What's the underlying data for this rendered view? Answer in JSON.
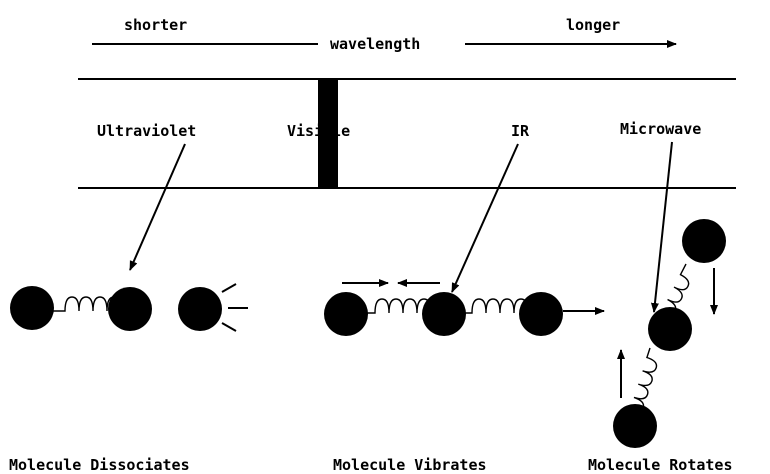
{
  "spectrum": {
    "shorter": "shorter",
    "longer": "longer",
    "wavelength": "wavelength",
    "regions": {
      "ultraviolet": "Ultraviolet",
      "visible": "Visible",
      "ir": "IR",
      "microwave": "Microwave"
    }
  },
  "effects": {
    "dissociates": "Molecule Dissociates",
    "vibrates": "Molecule Vibrates",
    "rotates": "Molecule Rotates"
  },
  "colors": {
    "ink": "#000000",
    "background": "#ffffff"
  }
}
